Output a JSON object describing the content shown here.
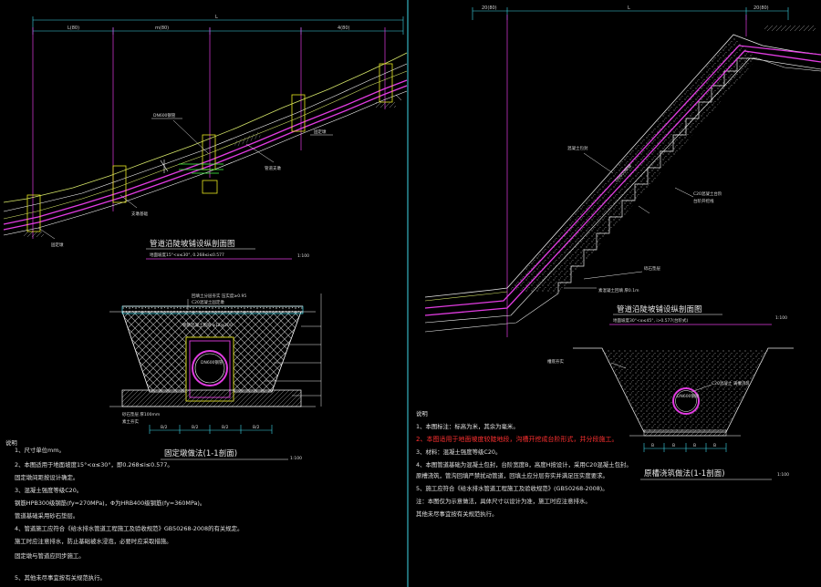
{
  "drawing": {
    "left_profile": {
      "title": "管道沿陡坡铺设纵剖面图",
      "subtitle": "地面坡度15°<α≤30°, 0.268≤i≤0.577",
      "scale": "1:100",
      "dim_total": "L",
      "dim_segments": [
        "L(80)",
        "m(80)",
        "4(80)"
      ],
      "pipe_label": "DN600钢管",
      "callouts": [
        "固定墩",
        "管道支墩",
        "支墩基础",
        "固定墩"
      ]
    },
    "right_profile": {
      "title": "管道沿陡坡铺设纵剖面图",
      "subtitle": "地面坡度30°<α≤45°, i>0.577(台阶式)",
      "scale": "1:100",
      "dim_total": "L",
      "dim_left": "20(80)",
      "dim_right": "20(80)",
      "pipe_label": "DN600钢管",
      "callouts": [
        "混凝土包封",
        "C20混凝土台阶",
        "台阶开挖线",
        "砾石垫层",
        "素混凝土回填 厚0.1m"
      ]
    },
    "fixed_pier": {
      "title": "固定墩做法(1-1剖面)",
      "scale": "1:100",
      "pipe_label": "DN600钢管",
      "callouts": [
        "回填土分层夯实 压实度≥0.95",
        "C20混凝土固定墩",
        "钢筋混凝土抱箍 φ12@200",
        "砂石垫层 厚100mm",
        "素土夯实"
      ],
      "bottom_dims": [
        "B/2",
        "B/2",
        "B/2",
        "B/2"
      ]
    },
    "backfill": {
      "title": "原槽浇筑做法(1-1剖面)",
      "scale": "1:100",
      "pipe_label": "DN600钢管",
      "callouts": [
        "C20混凝土 满槽浇筑",
        "槽底夯实"
      ],
      "bottom_dims": [
        "B",
        "B",
        "B",
        "B"
      ]
    },
    "notes_left": {
      "heading": "说明",
      "lines": [
        "1、尺寸单位mm。",
        "2、本图适用于地面坡度15°<α≤30°，即0.268≤i≤0.577。",
        "   固定墩间距按设计确定。",
        "3、混凝土强度等级C20。",
        "   钢筋HPB300级钢筋(fy=270MPa)，Φ为HRB400级钢筋(fy=360MPa)。",
        "   管道基础采用砂石垫层。",
        "4、管道施工应符合《给水排水管道工程施工及验收规范》GB50268-2008的有关规定。",
        "   施工时应注意排水，防止基础被水浸泡，必要时应采取措施。",
        "   固定墩与管道应同步施工。",
        "5、其他未尽事宜按有关规范执行。"
      ]
    },
    "notes_right": {
      "heading": "说明",
      "lines": [
        "1、本图标注：标高为米，其余为毫米。",
        "2、本图适用于地面坡度较陡地段，沟槽开挖成台阶形式，并分段施工。",
        "3、材料：混凝土强度等级C20。",
        "4、本图管道基础为混凝土包封，台阶宽度B，高度H按设计，采用C20混凝土包封。",
        "   原槽浇筑，管沟回填严禁扰动管道，回填土应分层夯实并满足压实度要求。",
        "5、施工应符合《给水排水管道工程施工及验收规范》(GB50268-2008)。",
        "   注：本图仅为示意做法，具体尺寸以设计为准，施工时应注意排水。",
        "   其他未尽事宜按有关规范执行。"
      ]
    }
  }
}
